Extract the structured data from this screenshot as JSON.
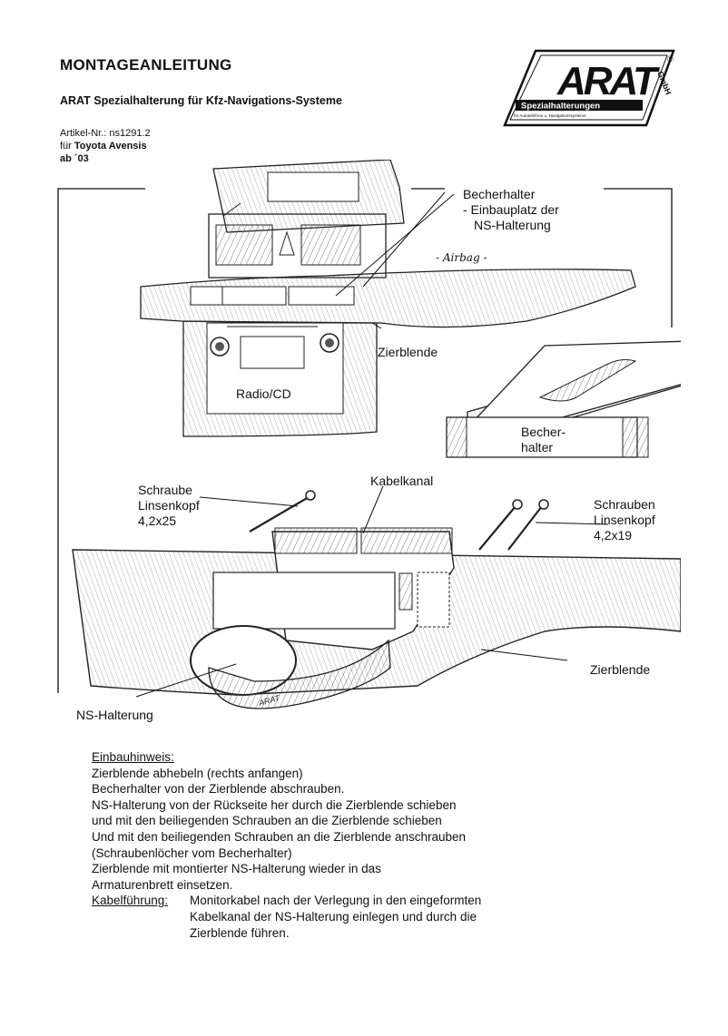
{
  "document": {
    "title": "MONTAGEANLEITUNG",
    "subtitle": "ARAT Spezialhalterung für Kfz-Navigations-Systeme",
    "article_label": "Artikel-Nr.: ns1291.2",
    "vehicle_prefix": "für",
    "vehicle": "Toyota Avensis",
    "from_year": "ab ´03"
  },
  "logo": {
    "text": "ARAT",
    "tagline": "Spezialhalterungen",
    "subline": "für Autotelefone u. Navigationssysteme",
    "suffix": "GmbH",
    "registered": "®"
  },
  "figure": {
    "label_becherhalter_einbau": [
      "Becherhalter",
      "- Einbauplatz der",
      "NS-Halterung"
    ],
    "label_airbag": "- Airbag -",
    "label_zierblende_top": "Zierblende",
    "label_radio": "Radio/CD",
    "label_becherhalter_part": [
      "Becher-",
      "halter"
    ],
    "label_schraube": [
      "Schraube",
      "Linsenkopf",
      "4,2x25"
    ],
    "label_kabelkanal": "Kabelkanal",
    "label_schrauben": [
      "Schrauben",
      "Linsenkopf",
      "4,2x19"
    ],
    "label_zierblende_bottom": "Zierblende",
    "label_ns_halterung": "NS-Halterung",
    "bracket_print": "ARAT"
  },
  "instructions": {
    "heading": "Einbauhinweis:",
    "lines": [
      "Zierblende abhebeln (rechts anfangen)",
      "Becherhalter von der Zierblende abschrauben.",
      "NS-Halterung von der Rückseite her durch die Zierblende schieben",
      "und mit den beiliegenden Schrauben an die Zierblende schieben",
      "Und mit den beiliegenden Schrauben an die Zierblende anschrauben",
      "(Schraubenlöcher vom Becherhalter)",
      "Zierblende mit montierter NS-Halterung wieder in das",
      "Armaturenbrett einsetzen."
    ],
    "cable_label": "Kabelführung:",
    "cable_lines": [
      "Monitorkabel nach der Verlegung in den eingeformten",
      "Kabelkanal der NS-Halterung einlegen und durch die",
      "Zierblende führen."
    ]
  }
}
